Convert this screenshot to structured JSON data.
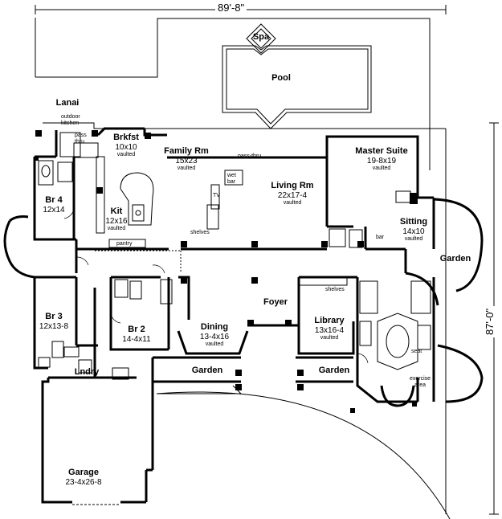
{
  "dimensions": {
    "width": "89'-8\"",
    "depth": "87'-0\""
  },
  "outdoor": {
    "spa": "Spa",
    "pool": "Pool",
    "lanai": "Lanai",
    "outdoor_kitchen": "outdoor kitchen",
    "pass_thru_lanai": "pass thru"
  },
  "rooms": {
    "brkfst": {
      "name": "Brkfst",
      "size": "10x10",
      "note": "vaulted"
    },
    "family": {
      "name": "Family Rm",
      "size": "15x23",
      "note": "vaulted"
    },
    "living": {
      "name": "Living Rm",
      "size": "22x17-4",
      "note": "vaulted"
    },
    "master": {
      "name": "Master Suite",
      "size": "19-8x19",
      "note": "vaulted"
    },
    "sitting": {
      "name": "Sitting",
      "size": "14x10",
      "note": "vaulted"
    },
    "br4": {
      "name": "Br 4",
      "size": "12x14"
    },
    "kit": {
      "name": "Kit",
      "size": "12x16",
      "note": "vaulted"
    },
    "br3": {
      "name": "Br 3",
      "size": "12x13-8"
    },
    "br2": {
      "name": "Br 2",
      "size": "14-4x11"
    },
    "dining": {
      "name": "Dining",
      "size": "13-4x16",
      "note": "vaulted"
    },
    "foyer": {
      "name": "Foyer"
    },
    "library": {
      "name": "Library",
      "size": "13x16-4",
      "note": "vaulted"
    },
    "lndry": {
      "name": "Lndry"
    },
    "garage": {
      "name": "Garage",
      "size": "23-4x26-8"
    }
  },
  "gardens": {
    "left": "Garden",
    "center": "Garden",
    "right": "Garden"
  },
  "notes": {
    "pass_thru": "pass-thru",
    "wet_bar": "wet bar",
    "tv": "TV",
    "shelves_family": "shelves",
    "pantry": "pantry",
    "shelves_library": "shelves",
    "bar": "bar",
    "seat": "seat",
    "exercise": "exercise area"
  }
}
